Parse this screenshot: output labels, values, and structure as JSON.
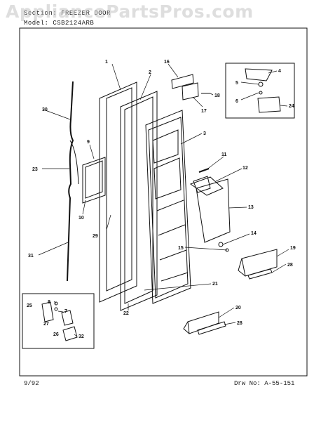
{
  "header": {
    "section_label": "Section: FREEZER DOOR",
    "model_label": "Model: ",
    "model_value": "CSB2124ARB"
  },
  "watermark": "AppliancePartsPros.com",
  "footer": {
    "date": "9/92",
    "drawing_number": "Drw No: A-55-151"
  },
  "callouts": [
    "1",
    "2",
    "3",
    "4",
    "5",
    "6",
    "7",
    "8",
    "9",
    "10",
    "11",
    "12",
    "13",
    "14",
    "15",
    "16",
    "17",
    "18",
    "19",
    "20",
    "21",
    "22",
    "23",
    "24",
    "25",
    "26",
    "27",
    "28",
    "28",
    "29",
    "30",
    "31",
    "32"
  ],
  "colors": {
    "line": "#111111",
    "watermark": "#c3c3c3",
    "background": "#ffffff"
  }
}
